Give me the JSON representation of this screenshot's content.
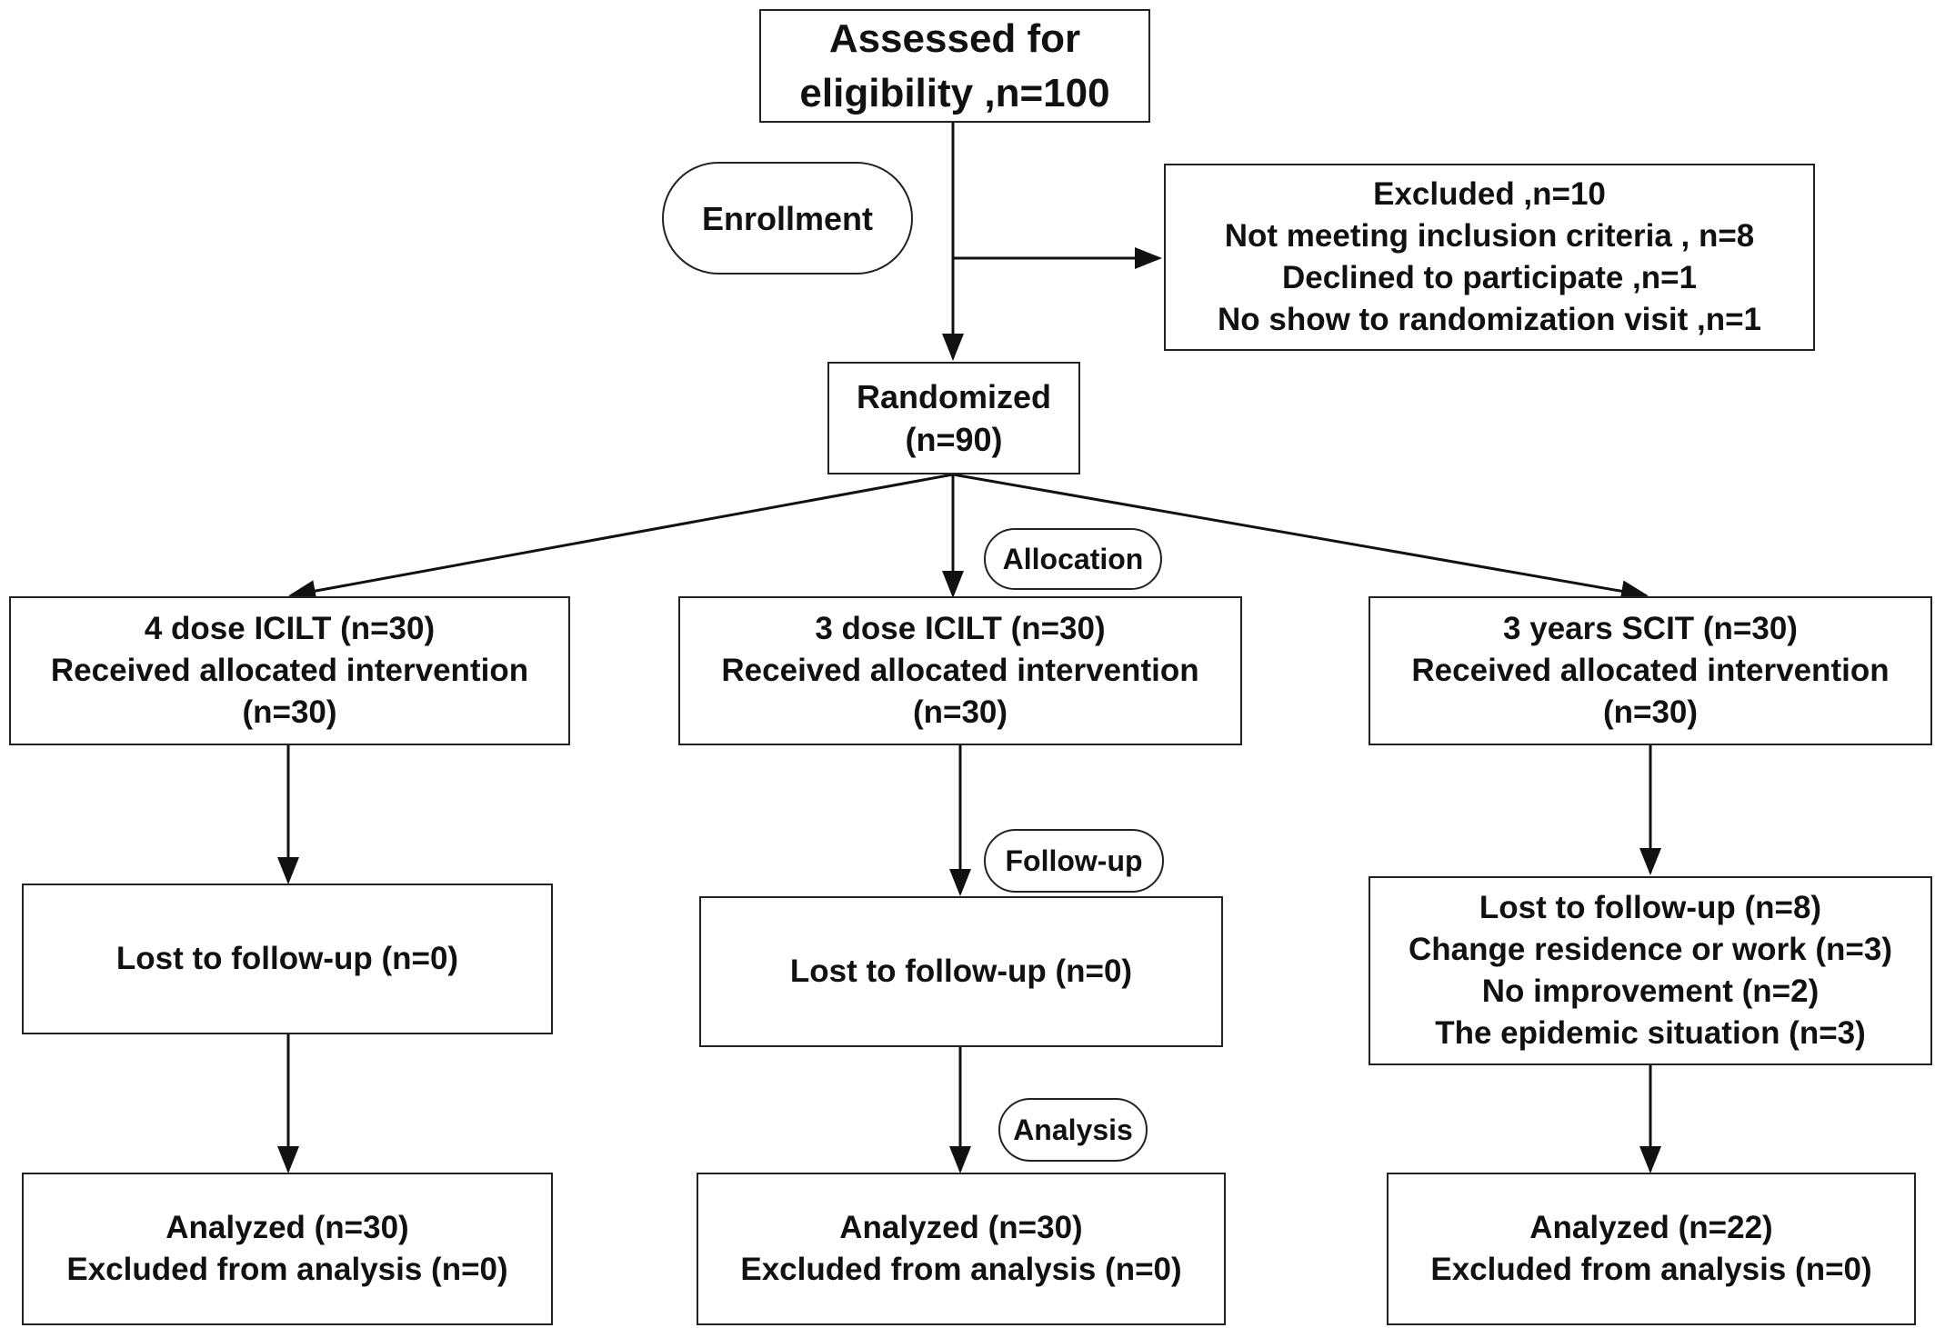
{
  "stages": {
    "enrollment": "Enrollment",
    "allocation": "Allocation",
    "follow_up": "Follow-up",
    "analysis": "Analysis"
  },
  "assessed": {
    "line1": "Assessed for",
    "line2": "eligibility ,n=100"
  },
  "excluded": {
    "lines": [
      "Excluded ,n=10",
      "Not meeting inclusion criteria , n=8",
      "Declined to participate ,n=1",
      "No show to randomization visit ,n=1"
    ]
  },
  "randomized": {
    "line1": "Randomized",
    "line2": "(n=90)"
  },
  "arms": [
    {
      "allocation": [
        "4 dose ICILT (n=30)",
        "Received allocated intervention",
        "(n=30)"
      ],
      "follow_up": [
        "Lost to follow-up (n=0)"
      ],
      "analysis": [
        "Analyzed  (n=30)",
        "Excluded from analysis (n=0)"
      ]
    },
    {
      "allocation": [
        "3 dose ICILT (n=30)",
        "Received allocated intervention",
        "(n=30)"
      ],
      "follow_up": [
        "Lost to follow-up (n=0)"
      ],
      "analysis": [
        "Analyzed  (n=30)",
        "Excluded from analysis (n=0)"
      ]
    },
    {
      "allocation": [
        "3 years SCIT  (n=30)",
        "Received allocated intervention",
        "(n=30)"
      ],
      "follow_up": [
        "Lost to follow-up (n=8)",
        "Change residence or work (n=3)",
        "No improvement (n=2)",
        "The epidemic situation (n=3)"
      ],
      "analysis": [
        "Analyzed  (n=22)",
        "Excluded from analysis (n=0)"
      ]
    }
  ]
}
